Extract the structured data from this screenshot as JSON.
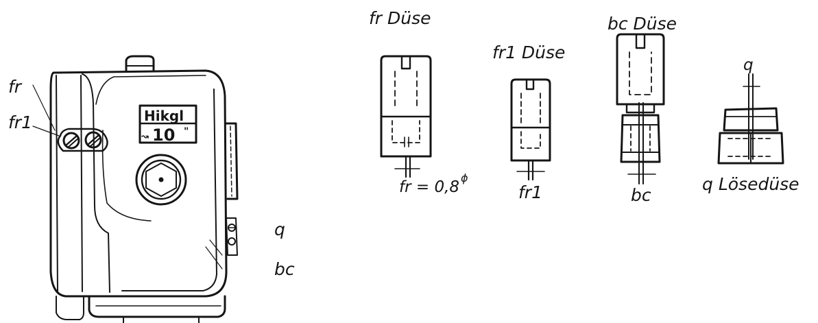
{
  "valve_labels": {
    "fr": "fr",
    "fr1": "fr1",
    "q": "q",
    "bc": "bc"
  },
  "nameplate": {
    "line1": "Hikgl",
    "line2": "10",
    "line2_prefix": "↝",
    "line2_suffix": "\""
  },
  "nozzles": {
    "fr_title": "fr Düse",
    "fr1_title": "fr1 Düse",
    "bc_title": "bc Düse",
    "fr_caption": "fr = 0,8",
    "fr_caption_mark": "ϕ",
    "fr1_caption": "fr1",
    "bc_caption": "bc",
    "q_top": "q",
    "q_caption": "q Lösedüse"
  },
  "colors": {
    "ink": "#151515",
    "paper": "#ffffff"
  }
}
